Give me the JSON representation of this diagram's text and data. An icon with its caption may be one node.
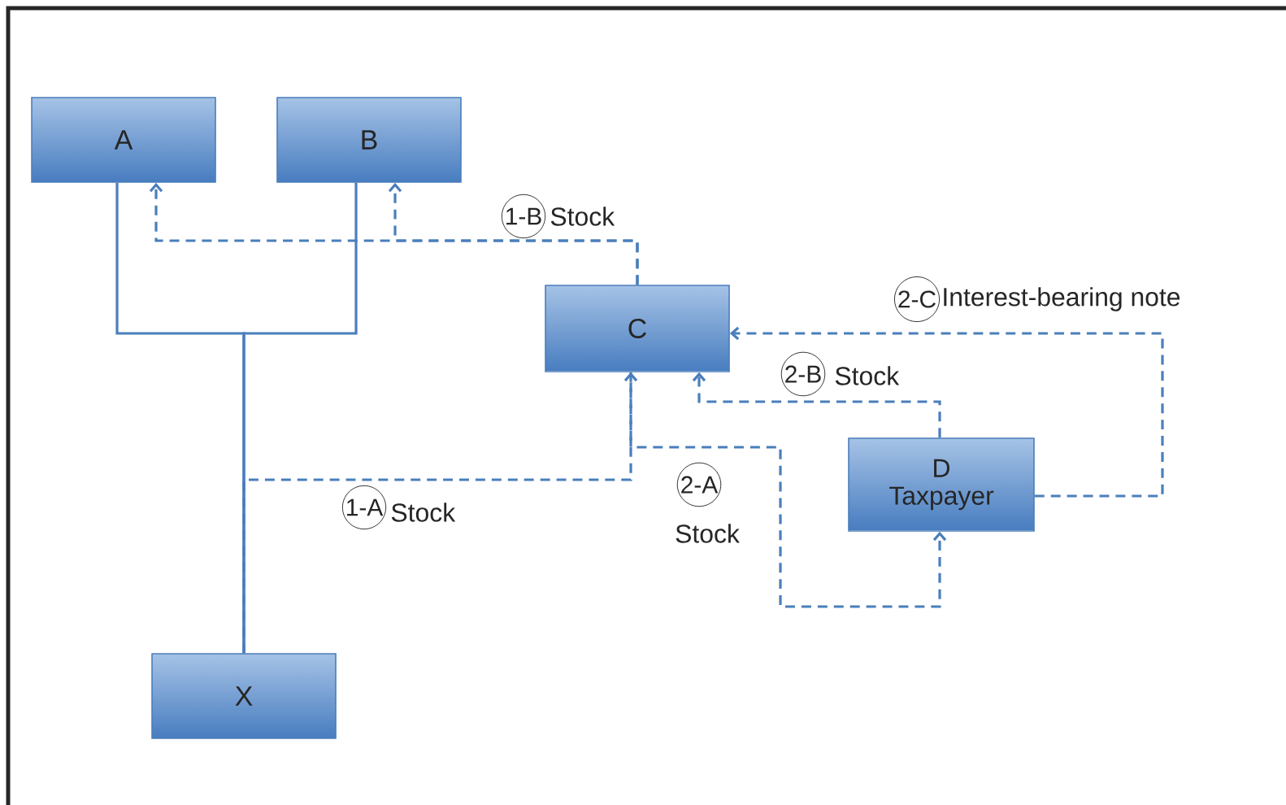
{
  "diagram": {
    "nodes": [
      {
        "text": [
          "A"
        ]
      },
      {
        "text": [
          "B"
        ]
      },
      {
        "text": [
          "C"
        ]
      },
      {
        "text": [
          "D",
          "Taxpayer"
        ]
      },
      {
        "text": [
          "X"
        ]
      }
    ],
    "edges": [
      {
        "from": 4,
        "to": 0,
        "arrow": "none"
      },
      {
        "from": 4,
        "to": 1,
        "arrow": "none"
      },
      {
        "from": 2,
        "to": 0,
        "arrow": "to",
        "style": "dashed",
        "label": "Stock"
      },
      {
        "from": 2,
        "to": 1,
        "arrow": "to",
        "style": "dashed"
      },
      {
        "from": 4,
        "to": 2,
        "arrow": "to",
        "style": "dashed",
        "label": "Stock"
      },
      {
        "from": 2,
        "to": 3,
        "arrow": "to",
        "style": "dashed",
        "label": "Stock"
      },
      {
        "from": 3,
        "to": 2,
        "arrow": "to",
        "style": "dashed",
        "label": "Stock"
      },
      {
        "from": 3,
        "to": 2,
        "arrow": "to",
        "style": "dashed",
        "label": "Interest-bearing note"
      }
    ],
    "labels": [
      "1-B",
      "2-C",
      "2-B",
      "1-A",
      "2-A"
    ]
  }
}
